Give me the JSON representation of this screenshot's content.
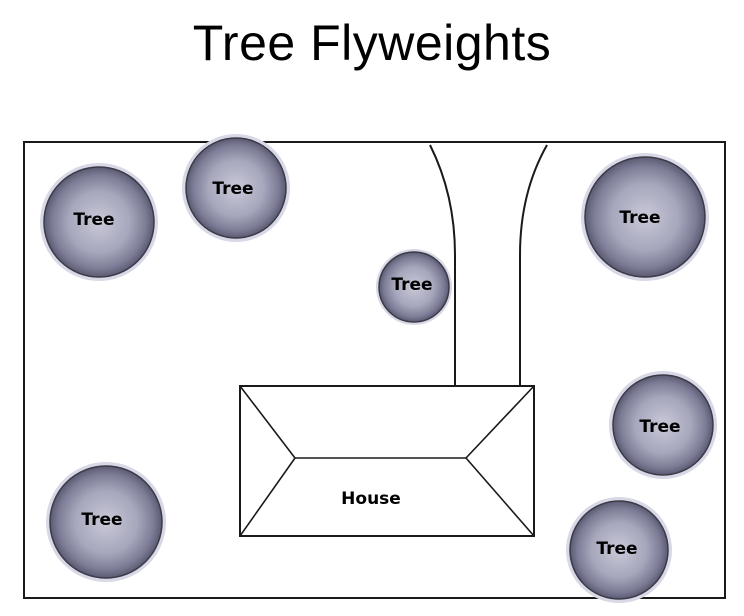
{
  "title": "Tree Flyweights",
  "tree_label": "Tree",
  "house_label": "House",
  "trees": [
    {
      "id": "top-left",
      "label": "Tree"
    },
    {
      "id": "top-center-left",
      "label": "Tree"
    },
    {
      "id": "small-center",
      "label": "Tree"
    },
    {
      "id": "top-right",
      "label": "Tree"
    },
    {
      "id": "middle-right",
      "label": "Tree"
    },
    {
      "id": "bottom-left",
      "label": "Tree"
    },
    {
      "id": "bottom-right",
      "label": "Tree"
    }
  ],
  "colors": {
    "tree_fill": "#8e8ea6",
    "tree_halo": "#d4d4e3",
    "tree_edge": "#3a3a48",
    "line": "#1a1a1a"
  }
}
